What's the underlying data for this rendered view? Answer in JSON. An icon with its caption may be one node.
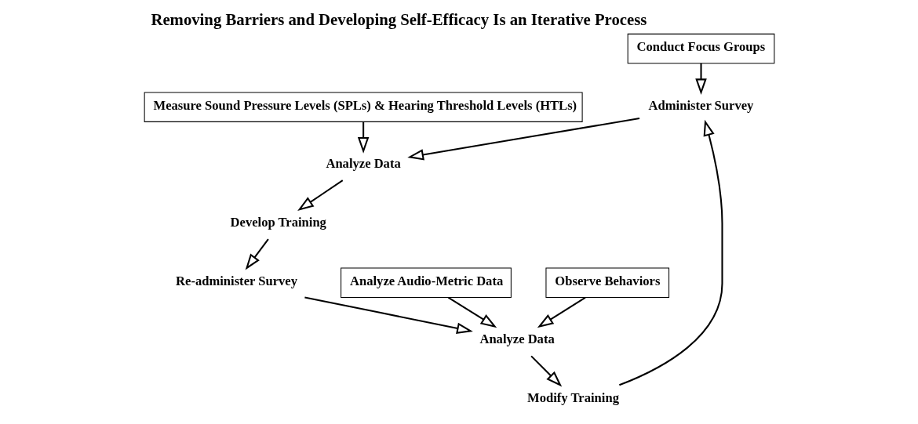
{
  "diagram": {
    "title": "Removing Barriers and Developing Self-Efficacy Is an Iterative Process",
    "nodes": [
      {
        "text": [
          "Conduct Focus Groups"
        ]
      },
      {
        "text": [
          "Administer Survey"
        ]
      },
      {
        "text": [
          "Measure Sound Pressure Levels (SPLs) & Hearing Threshold Levels (HTLs)"
        ]
      },
      {
        "text": [
          "Modify Training"
        ]
      },
      {
        "text": [
          "Analyze Data"
        ]
      },
      {
        "text": [
          "Analyze Audio-Metric Data"
        ]
      },
      {
        "text": [
          "Analyze Data"
        ]
      },
      {
        "text": [
          "Develop Training"
        ]
      },
      {
        "text": [
          "Observe Behaviors"
        ]
      },
      {
        "text": [
          "Re-administer Survey"
        ]
      }
    ],
    "edges": [
      {
        "from": 0,
        "to": 1,
        "arrow": "to"
      },
      {
        "from": 1,
        "to": 4,
        "arrow": "to"
      },
      {
        "from": 2,
        "to": 4,
        "arrow": "to"
      },
      {
        "from": 4,
        "to": 7,
        "arrow": "to"
      },
      {
        "from": 7,
        "to": 9,
        "arrow": "to"
      },
      {
        "from": 9,
        "to": 6,
        "arrow": "to"
      },
      {
        "from": 5,
        "to": 6,
        "arrow": "to"
      },
      {
        "from": 8,
        "to": 6,
        "arrow": "to"
      },
      {
        "from": 6,
        "to": 3,
        "arrow": "to"
      },
      {
        "from": 3,
        "to": 1,
        "arrow": "to"
      }
    ]
  }
}
